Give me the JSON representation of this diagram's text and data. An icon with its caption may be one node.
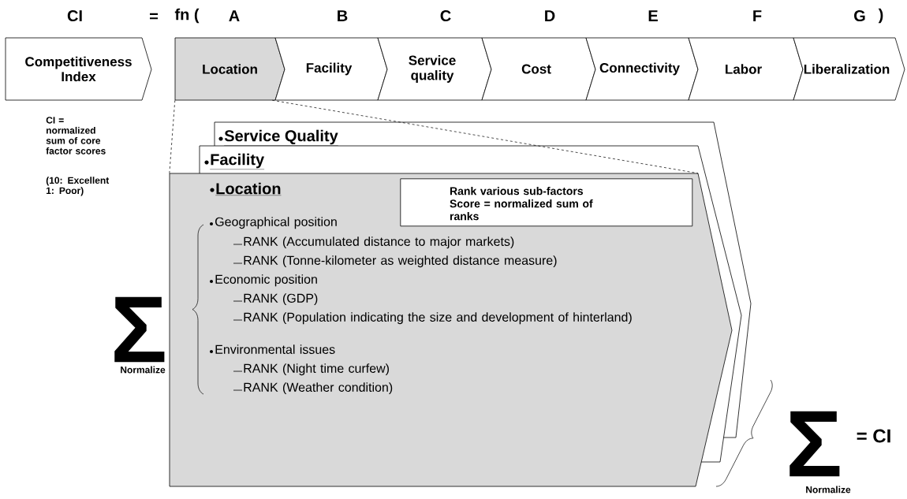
{
  "diagram": {
    "nodes": [
      {
        "text": [
          "Competitiveness Index"
        ]
      },
      {
        "text": [
          "Location"
        ]
      },
      {
        "text": [
          "Facility"
        ]
      },
      {
        "text": [
          "Service quality"
        ]
      },
      {
        "text": [
          "Cost"
        ]
      },
      {
        "text": [
          "Connectivity"
        ]
      },
      {
        "text": [
          "Labor"
        ]
      },
      {
        "text": [
          "Liberalization"
        ]
      },
      {
        "text": [
          "Service Quality"
        ]
      },
      {
        "text": [
          "Facility"
        ]
      },
      {
        "text": [
          "Location",
          "Geographical position",
          "RANK (Accumulated distance to major markets)",
          "RANK (Tonne-kilometer as weighted distance measure)",
          "Economic position",
          "RANK (GDP)",
          "RANK (Population indicating the size and development of hinterland)",
          "Environmental issues",
          "RANK (Night time curfew)",
          "RANK (Weather condition)"
        ]
      },
      {
        "text": [
          "Rank various sub-factors",
          "Score = normalized sum of ranks"
        ],
        "in": 10
      }
    ],
    "edges": [
      {
        "from": 1,
        "to": 10,
        "arrow": "none",
        "style": "dashed"
      },
      {
        "from": 1,
        "to": 10,
        "arrow": "none",
        "style": "dashed"
      }
    ],
    "labels": [
      "CI",
      "=",
      "fn (",
      "A",
      "B",
      "C",
      "D",
      "E",
      "F",
      "G",
      ")",
      "CI = normalized sum of core factor scores",
      "(10: Excellent 1: Poor)",
      "Σ",
      "Normalize",
      "Σ",
      "= CI",
      "Normalize"
    ]
  }
}
